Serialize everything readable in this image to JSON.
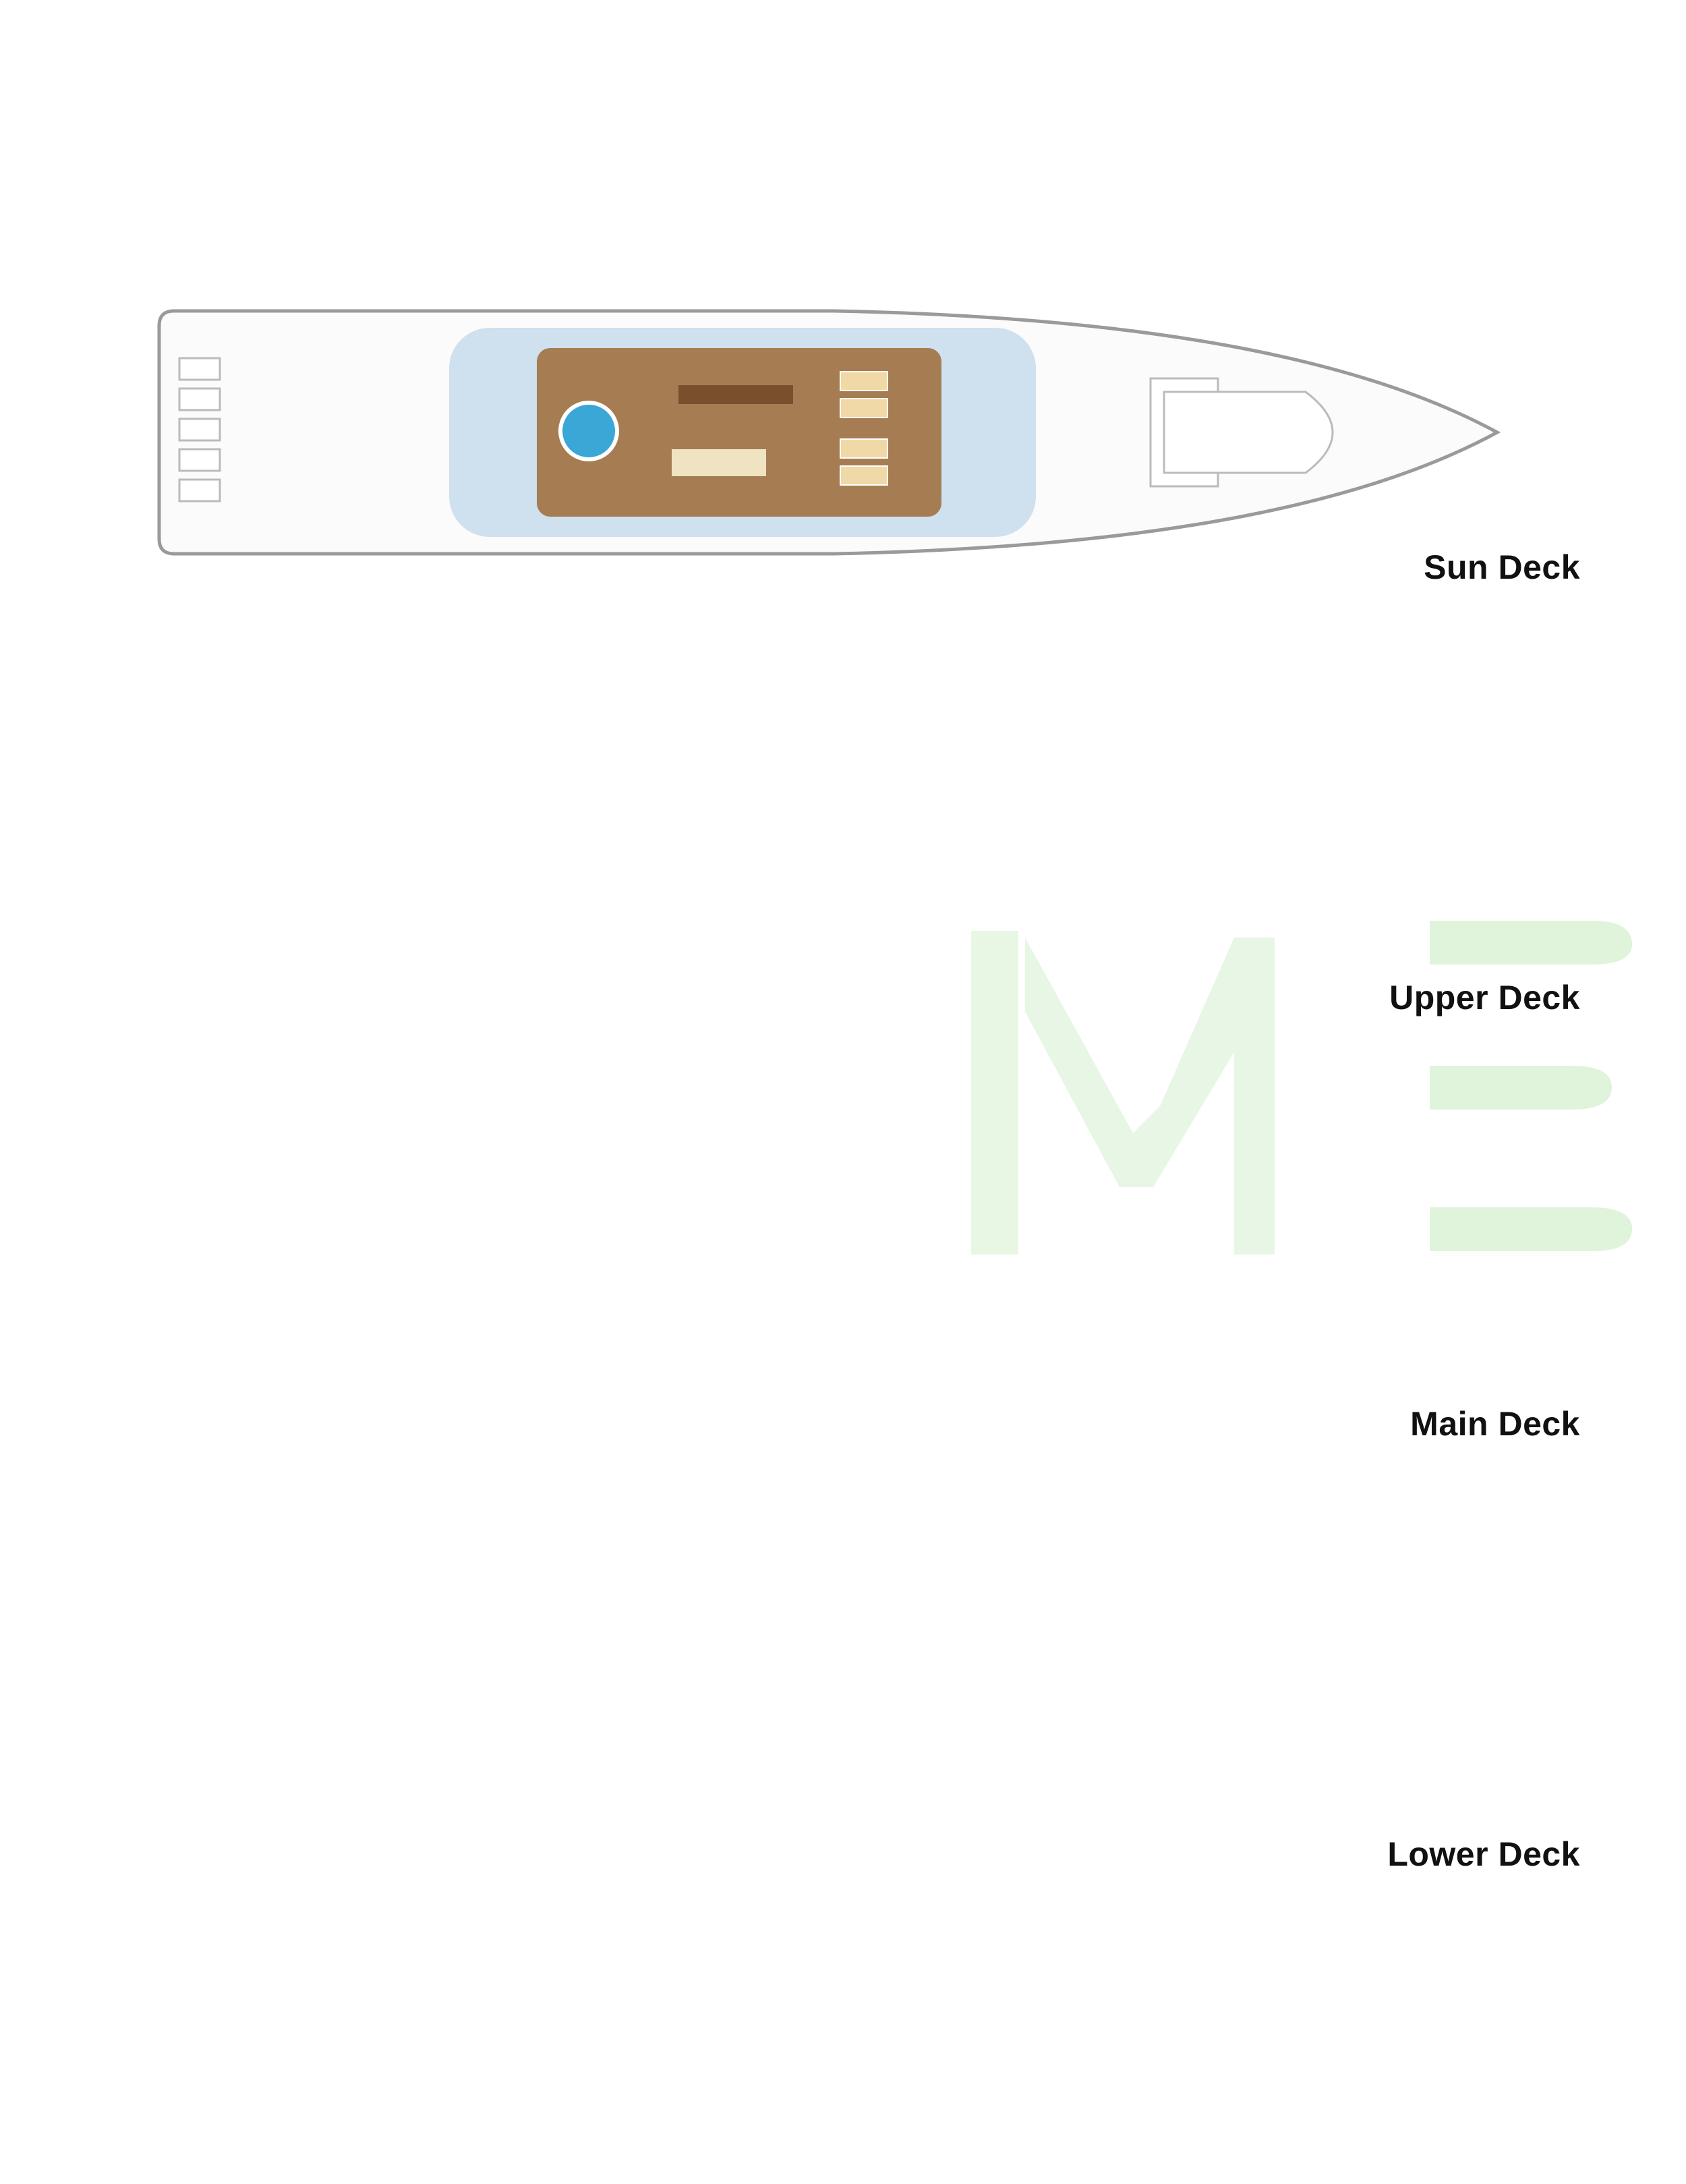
{
  "decks": [
    {
      "label": "Sun Deck"
    },
    {
      "label": "Upper Deck"
    },
    {
      "label": "Main Deck"
    },
    {
      "label": "Lower Deck"
    }
  ],
  "watermark": {
    "text": "ME",
    "color": "#d9f2d4"
  },
  "colors": {
    "teak": "#a67c52",
    "cream": "#f2e9cf",
    "glass_blue": "#cfe0ee",
    "machinery_grey": "#c9c9c9",
    "hull_line": "#9a9a9a",
    "pool": "#3aa7d6"
  }
}
